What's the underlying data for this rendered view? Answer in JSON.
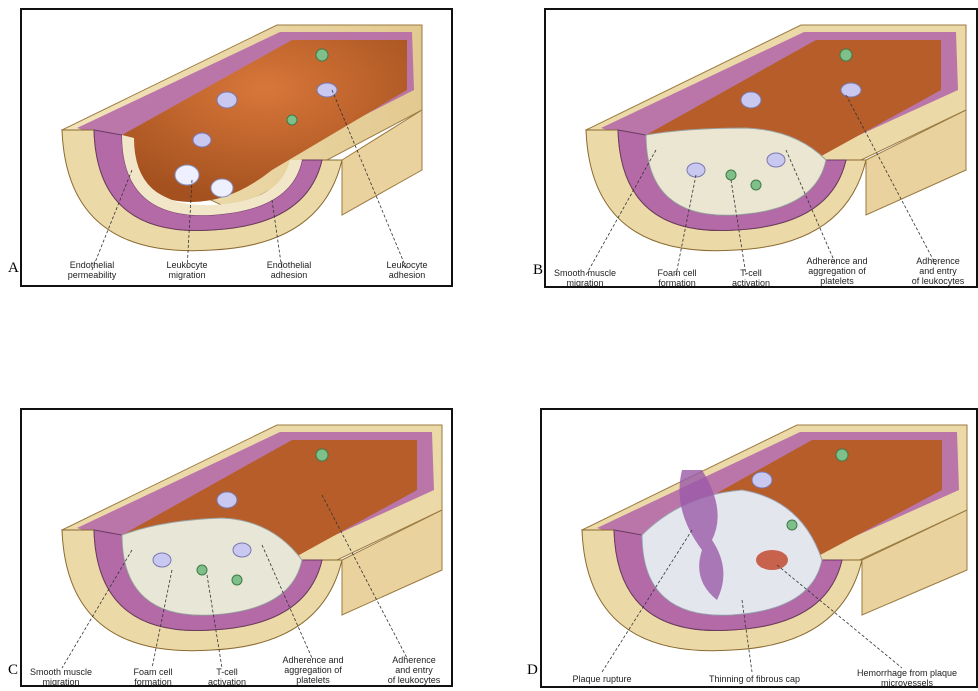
{
  "panels": [
    {
      "letter": "A",
      "callouts": [
        "Endothelial\npermeability",
        "Leukocyte\nmigration",
        "Endothelial\nadhesion",
        "Leukocyte\nadhesion"
      ]
    },
    {
      "letter": "B",
      "callouts": [
        "Smooth muscle\nmigration",
        "Foam cell\nformation",
        "T-cell\nactivation",
        "Adherence and\naggregation of\nplatelets",
        "Adherence\nand entry\nof leukocytes"
      ]
    },
    {
      "letter": "C",
      "callouts": [
        "Smooth muscle\nmigration",
        "Foam cell\nformation",
        "T-cell\nactivation",
        "Adherence and\naggregation of\nplatelets",
        "Adherence\nand entry\nof leukocytes"
      ]
    },
    {
      "letter": "D",
      "callouts": [
        "Plaque rupture",
        "Thinning of fibrous cap",
        "Hemorrhage from plaque\nmicrovessels"
      ]
    }
  ],
  "colors": {
    "lumen": "#c0642c",
    "muscle": "#b56aa8",
    "adventitia": "#ecd9a8",
    "frame": "#111111"
  }
}
